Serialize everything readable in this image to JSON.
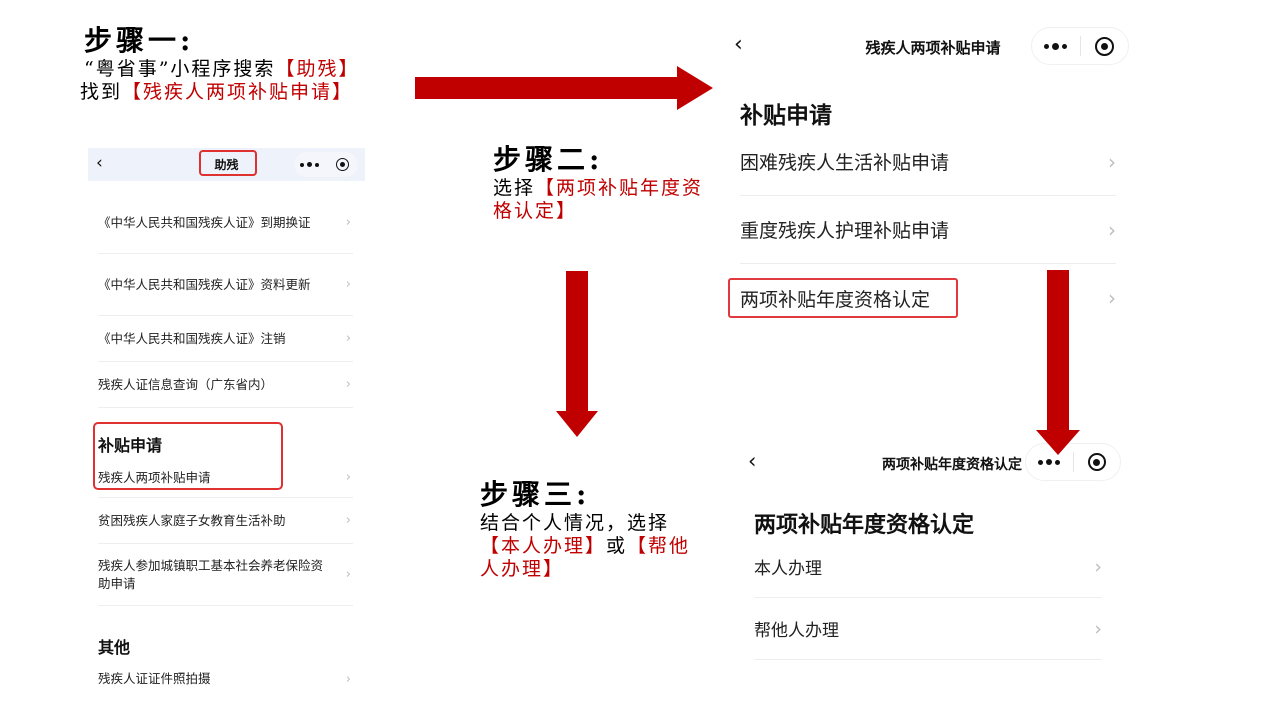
{
  "steps": {
    "step1": {
      "title": "步骤一:",
      "desc_line1_prefix": "“粤省事”小程序搜索",
      "desc_line1_highlight": "【助残】",
      "desc_line2_prefix": "找到",
      "desc_line2_highlight": "【残疾人两项补贴申请】"
    },
    "step2": {
      "title": "步骤二:",
      "desc_prefix": "选择",
      "desc_highlight": "【两项补贴年度资格认定】"
    },
    "step3": {
      "title": "步骤三:",
      "desc_prefix": "结合个人情况，选择",
      "desc_highlight1": "【本人办理】",
      "desc_middle": "或",
      "desc_highlight2": "【帮他人办理】"
    }
  },
  "colors": {
    "accent_red": "#c00000",
    "highlight_box": "#e03131",
    "arrow": "#c00000"
  },
  "phone1": {
    "nav": {
      "back_icon": "‹",
      "title": "助残"
    },
    "items_top": [
      {
        "label": "《中华人民共和国残疾人证》到期换证"
      },
      {
        "label": "《中华人民共和国残疾人证》资料更新"
      },
      {
        "label": "《中华人民共和国残疾人证》注销"
      },
      {
        "label": "残疾人证信息查询（广东省内）"
      }
    ],
    "section_subsidy": {
      "title": "补贴申请",
      "items": [
        {
          "label": "残疾人两项补贴申请"
        },
        {
          "label": "贫困残疾人家庭子女教育生活补助"
        },
        {
          "label": "残疾人参加城镇职工基本社会养老保险资助申请"
        }
      ]
    },
    "section_other": {
      "title": "其他",
      "items": [
        {
          "label": "残疾人证证件照拍摄"
        }
      ]
    },
    "chevron": "›"
  },
  "phone2": {
    "nav": {
      "back_icon": "‹",
      "title": "残疾人两项补贴申请"
    },
    "heading": "补贴申请",
    "items": [
      {
        "label": "困难残疾人生活补贴申请"
      },
      {
        "label": "重度残疾人护理补贴申请"
      },
      {
        "label": "两项补贴年度资格认定"
      }
    ],
    "chevron": "›"
  },
  "phone3": {
    "nav": {
      "back_icon": "‹",
      "title": "两项补贴年度资格认定"
    },
    "heading": "两项补贴年度资格认定",
    "items": [
      {
        "label": "本人办理"
      },
      {
        "label": "帮他人办理"
      }
    ],
    "chevron": "›"
  }
}
